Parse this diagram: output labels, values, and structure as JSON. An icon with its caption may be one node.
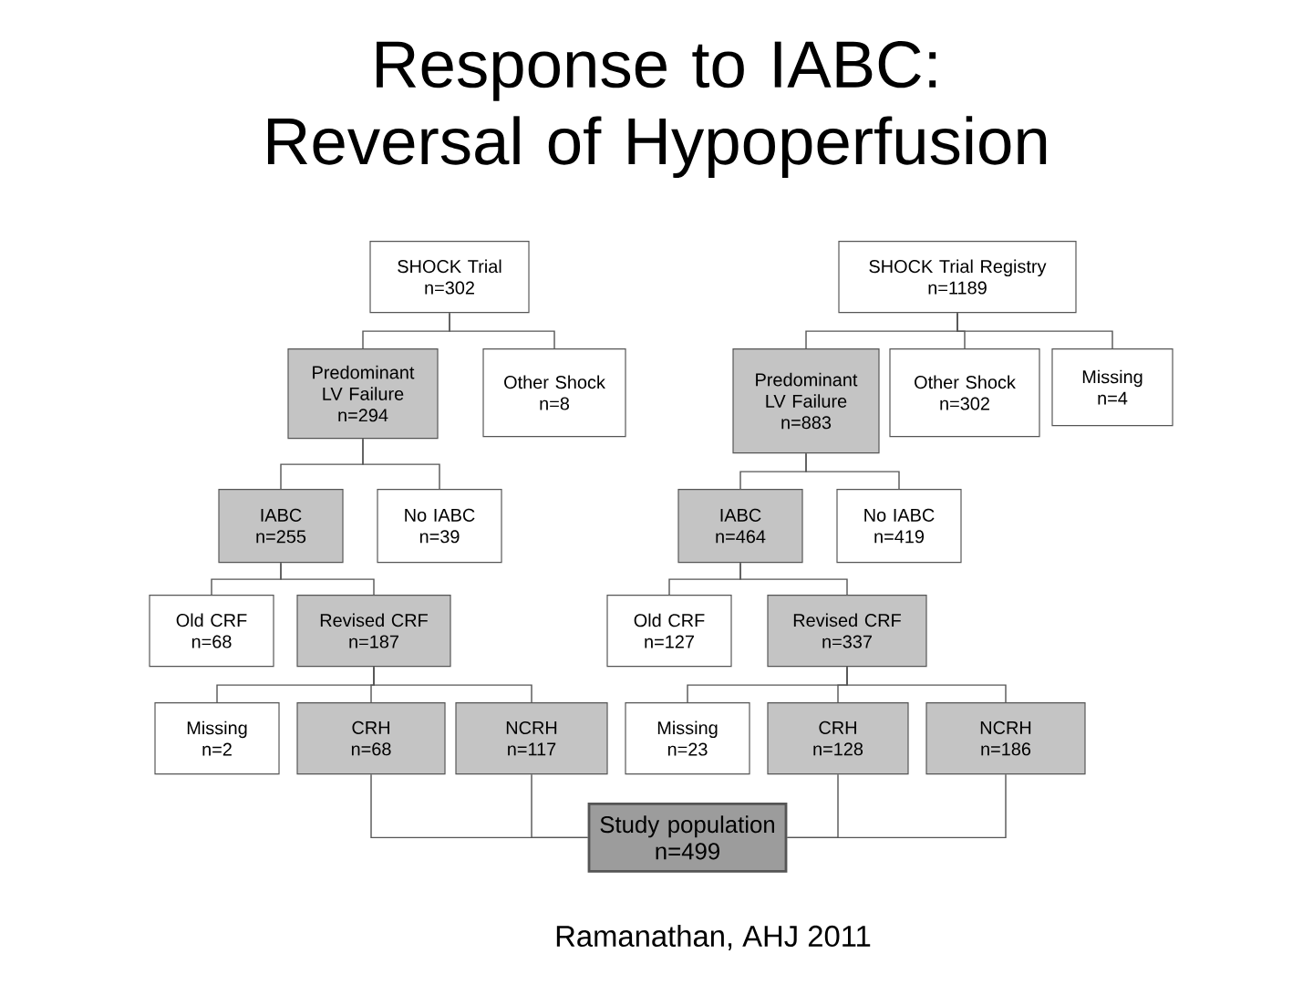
{
  "diagram": {
    "title": "Response to IABC: Reversal of Hypoperfusion",
    "nodes": [
      {
        "text": [
          "SHOCK Trial",
          "n=302"
        ]
      },
      {
        "text": [
          "SHOCK Trial Registry",
          "n=1189"
        ]
      },
      {
        "text": [
          "Predominant LV Failure",
          "n=294"
        ]
      },
      {
        "text": [
          "Other Shock",
          "n=8"
        ]
      },
      {
        "text": [
          "Predominant LV Failure",
          "n=883"
        ]
      },
      {
        "text": [
          "Other Shock",
          "n=302"
        ]
      },
      {
        "text": [
          "Missing",
          "n=4"
        ]
      },
      {
        "text": [
          "IABC",
          "n=255"
        ]
      },
      {
        "text": [
          "No IABC",
          "n=39"
        ]
      },
      {
        "text": [
          "IABC",
          "n=464"
        ]
      },
      {
        "text": [
          "No IABC",
          "n=419"
        ]
      },
      {
        "text": [
          "Old CRF",
          "n=68"
        ]
      },
      {
        "text": [
          "Revised CRF",
          "n=187"
        ]
      },
      {
        "text": [
          "Old CRF",
          "n=127"
        ]
      },
      {
        "text": [
          "Revised CRF",
          "n=337"
        ]
      },
      {
        "text": [
          "Missing",
          "n=2"
        ]
      },
      {
        "text": [
          "CRH",
          "n=68"
        ]
      },
      {
        "text": [
          "NCRH",
          "n=117"
        ]
      },
      {
        "text": [
          "Missing",
          "n=23"
        ]
      },
      {
        "text": [
          "CRH",
          "n=128"
        ]
      },
      {
        "text": [
          "NCRH",
          "n=186"
        ]
      },
      {
        "text": [
          "Study population",
          "n=499"
        ]
      }
    ],
    "edges": [
      {
        "from": 0,
        "to": 2,
        "arrow": "none"
      },
      {
        "from": 0,
        "to": 3,
        "arrow": "none"
      },
      {
        "from": 1,
        "to": 4,
        "arrow": "none"
      },
      {
        "from": 1,
        "to": 5,
        "arrow": "none"
      },
      {
        "from": 1,
        "to": 6,
        "arrow": "none"
      },
      {
        "from": 2,
        "to": 7,
        "arrow": "none"
      },
      {
        "from": 2,
        "to": 8,
        "arrow": "none"
      },
      {
        "from": 4,
        "to": 9,
        "arrow": "none"
      },
      {
        "from": 4,
        "to": 10,
        "arrow": "none"
      },
      {
        "from": 7,
        "to": 11,
        "arrow": "none"
      },
      {
        "from": 7,
        "to": 12,
        "arrow": "none"
      },
      {
        "from": 9,
        "to": 13,
        "arrow": "none"
      },
      {
        "from": 9,
        "to": 14,
        "arrow": "none"
      },
      {
        "from": 12,
        "to": 15,
        "arrow": "none"
      },
      {
        "from": 12,
        "to": 16,
        "arrow": "none"
      },
      {
        "from": 12,
        "to": 17,
        "arrow": "none"
      },
      {
        "from": 14,
        "to": 18,
        "arrow": "none"
      },
      {
        "from": 14,
        "to": 19,
        "arrow": "none"
      },
      {
        "from": 14,
        "to": 20,
        "arrow": "none"
      },
      {
        "from": 16,
        "to": 21,
        "arrow": "none"
      },
      {
        "from": 17,
        "to": 21,
        "arrow": "none"
      },
      {
        "from": 19,
        "to": 21,
        "arrow": "none"
      },
      {
        "from": 20,
        "to": 21,
        "arrow": "none"
      }
    ],
    "labels": [
      "Ramanathan, AHJ 2011"
    ]
  }
}
